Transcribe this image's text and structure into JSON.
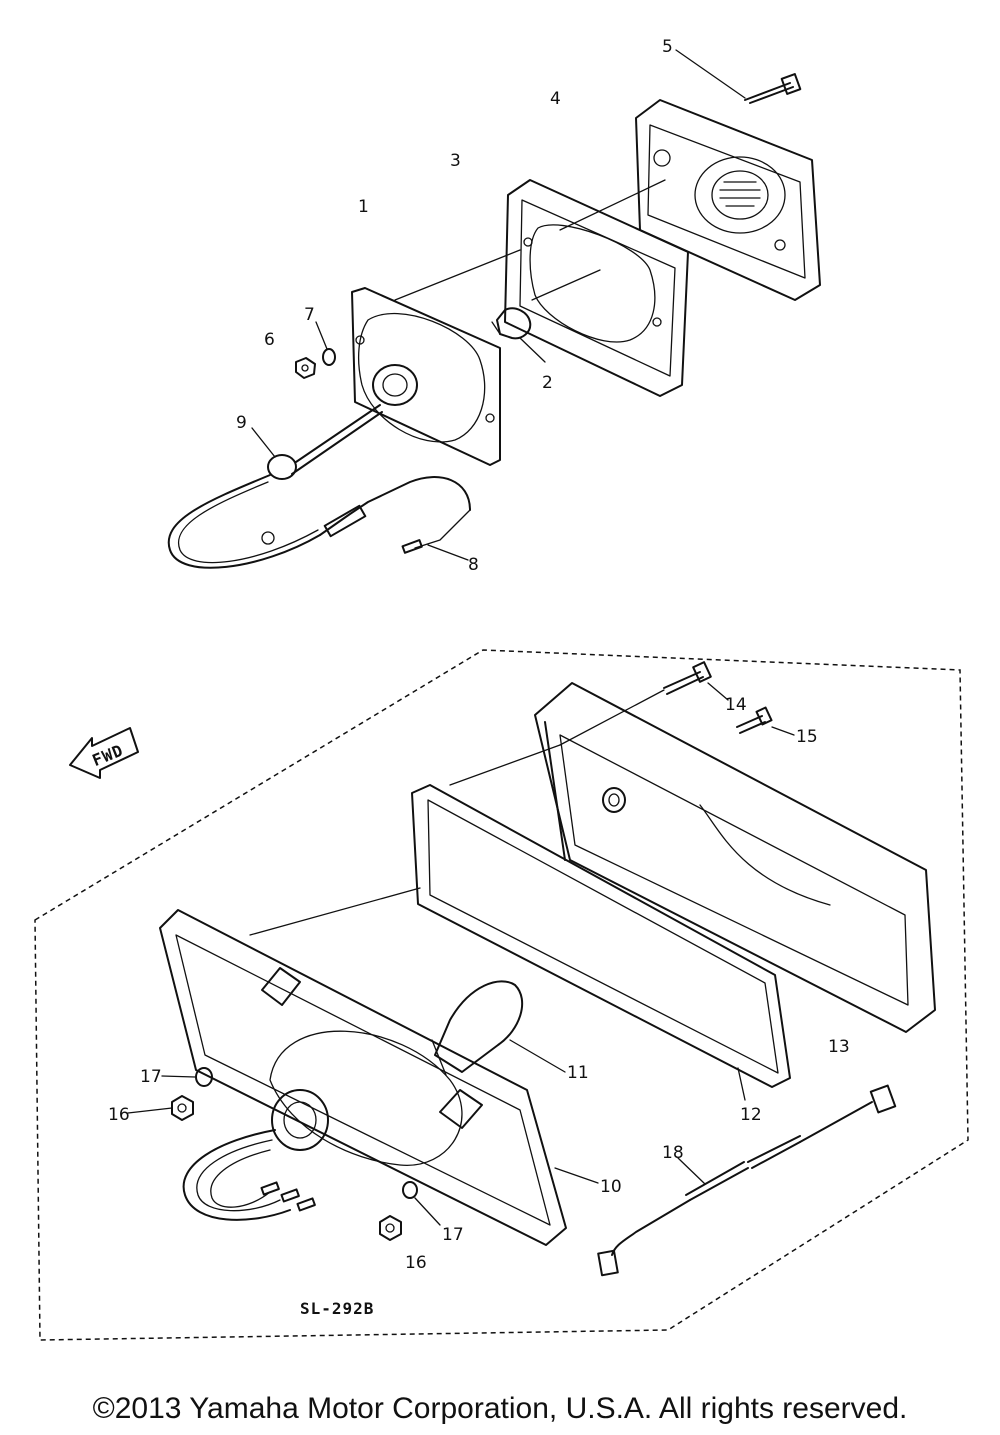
{
  "diagram": {
    "callouts": [
      {
        "id": "c1",
        "label": "1"
      },
      {
        "id": "c2",
        "label": "2"
      },
      {
        "id": "c3",
        "label": "3"
      },
      {
        "id": "c4",
        "label": "4"
      },
      {
        "id": "c5",
        "label": "5"
      },
      {
        "id": "c6",
        "label": "6"
      },
      {
        "id": "c7",
        "label": "7"
      },
      {
        "id": "c8",
        "label": "8"
      },
      {
        "id": "c9",
        "label": "9"
      },
      {
        "id": "c10",
        "label": "10"
      },
      {
        "id": "c11",
        "label": "11"
      },
      {
        "id": "c12",
        "label": "12"
      },
      {
        "id": "c13",
        "label": "13"
      },
      {
        "id": "c14",
        "label": "14"
      },
      {
        "id": "c15",
        "label": "15"
      },
      {
        "id": "c16a",
        "label": "16"
      },
      {
        "id": "c16b",
        "label": "16"
      },
      {
        "id": "c17a",
        "label": "17"
      },
      {
        "id": "c17b",
        "label": "17"
      },
      {
        "id": "c18",
        "label": "18"
      }
    ],
    "fwd_label": "FWD",
    "drawing_code": "SL-292B"
  },
  "footer": {
    "copyright": "©2013 Yamaha Motor Corporation, U.S.A. All rights reserved."
  }
}
